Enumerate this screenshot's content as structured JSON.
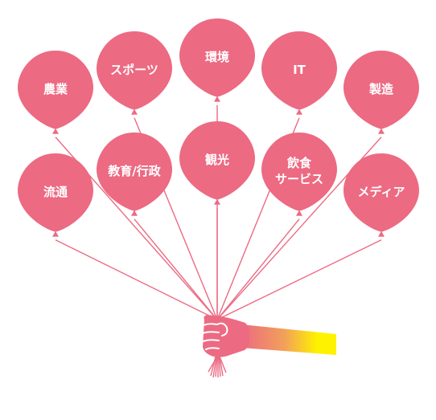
{
  "balloons": [
    {
      "id": "agriculture",
      "lines": [
        "農業"
      ]
    },
    {
      "id": "sports",
      "lines": [
        "スポーツ"
      ]
    },
    {
      "id": "environment",
      "lines": [
        "環境"
      ]
    },
    {
      "id": "it",
      "lines": [
        "IT"
      ]
    },
    {
      "id": "manufacturing",
      "lines": [
        "製造"
      ]
    },
    {
      "id": "distribution",
      "lines": [
        "流通"
      ]
    },
    {
      "id": "education",
      "lines": [
        "教育/行政"
      ]
    },
    {
      "id": "tourism",
      "lines": [
        "観光"
      ]
    },
    {
      "id": "food",
      "lines": [
        "飲食",
        "サービス"
      ]
    },
    {
      "id": "media",
      "lines": [
        "メディア"
      ]
    }
  ],
  "colors": {
    "balloon": "#ec6a82",
    "string": "#ec6a82",
    "hand": "#ec6a82",
    "arm_gradient_start": "#ec6a82",
    "arm_gradient_end": "#fff200"
  }
}
